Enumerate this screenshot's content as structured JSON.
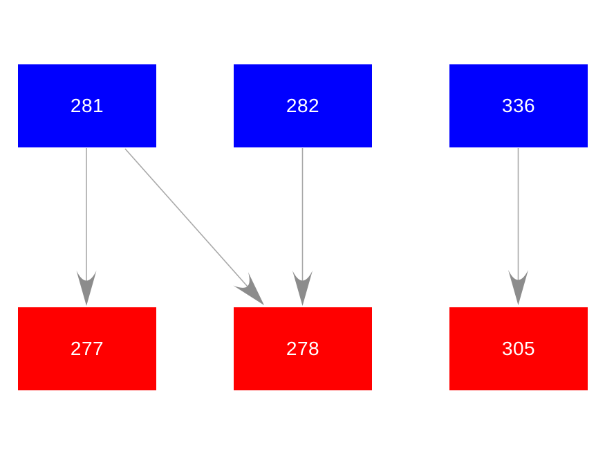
{
  "canvas": {
    "background": "#ffffff"
  },
  "diagram": {
    "nodes": [
      {
        "id": "281",
        "label": "281",
        "row": "top",
        "fill": "#0000ff",
        "text_color": "#ffffff"
      },
      {
        "id": "282",
        "label": "282",
        "row": "top",
        "fill": "#0000ff",
        "text_color": "#ffffff"
      },
      {
        "id": "336",
        "label": "336",
        "row": "top",
        "fill": "#0000ff",
        "text_color": "#ffffff"
      },
      {
        "id": "277",
        "label": "277",
        "row": "bottom",
        "fill": "#ff0000",
        "text_color": "#ffffff"
      },
      {
        "id": "278",
        "label": "278",
        "row": "bottom",
        "fill": "#ff0000",
        "text_color": "#ffffff"
      },
      {
        "id": "305",
        "label": "305",
        "row": "bottom",
        "fill": "#ff0000",
        "text_color": "#ffffff"
      }
    ],
    "edges": [
      {
        "from": "281",
        "to": "277"
      },
      {
        "from": "281",
        "to": "278"
      },
      {
        "from": "282",
        "to": "278"
      },
      {
        "from": "336",
        "to": "305"
      }
    ],
    "edge_style": {
      "line_color": "#a9a9a9",
      "arrow_color": "#8c8c8c",
      "line_width": 1.6
    }
  }
}
